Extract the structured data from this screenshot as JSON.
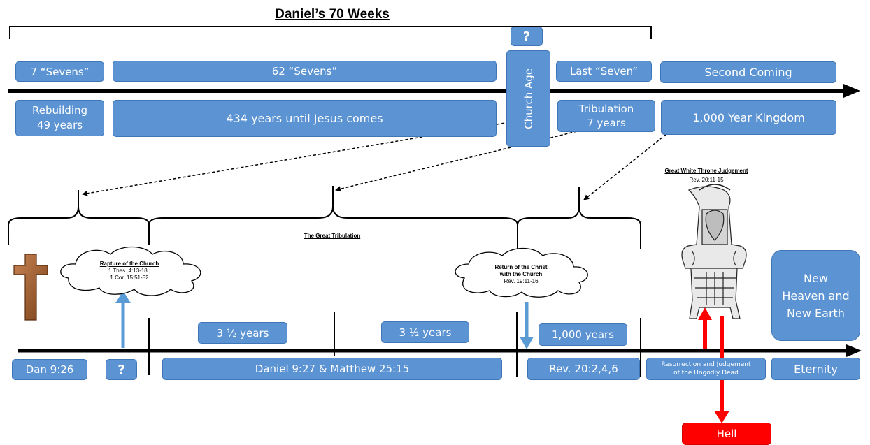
{
  "title": "Daniel’s 70 Weeks",
  "top": {
    "question_mark": "?",
    "seven_sevens": "7 “Sevens”",
    "sixty_two_sevens": "62 “Sevens”",
    "church_age": "Church Age",
    "last_seven": "Last “Seven”",
    "second_coming": "Second Coming",
    "rebuilding_line1": "Rebuilding",
    "rebuilding_line2": "49 years",
    "years_until_jesus": "434 years until Jesus comes",
    "tribulation_line1": "Tribulation",
    "tribulation_line2": "7 years",
    "kingdom": "1,000 Year Kingdom"
  },
  "middle": {
    "great_tribulation": "The Great Tribulation",
    "white_throne_title": "Great White Throne Judgement",
    "white_throne_ref": "Rev. 20:11-15",
    "rapture_title": "Rapture of the Church",
    "rapture_ref1": "1 Thes. 4:13-18 ;",
    "rapture_ref2": "1 Cor. 15:51-52",
    "return_title1": "Return of the Christ",
    "return_title2": "with the Church",
    "return_ref": "Rev. 19:11-16",
    "new_heaven": "New Heaven and New Earth"
  },
  "bottom": {
    "half1": "3 ½ years",
    "half2": "3 ½ years",
    "thousand_years": "1,000 years",
    "dan926": "Dan 9:26",
    "question_mark": "?",
    "daniel_matthew": "Daniel 9:27 & Matthew 25:15",
    "rev20": "Rev. 20:2,4,6",
    "resurrection_line1": "Resurrection and Judgement",
    "resurrection_line2": "of the Ungodly Dead",
    "eternity": "Eternity",
    "hell": "Hell"
  },
  "colors": {
    "box_fill": "#5b93d3",
    "box_border": "#3f76b8",
    "arrow_blue": "#5b9bd5",
    "arrow_red": "#ff0000",
    "cross_brown": "#9c5a2a"
  },
  "icons": [
    "cross-icon",
    "throne-icon"
  ]
}
